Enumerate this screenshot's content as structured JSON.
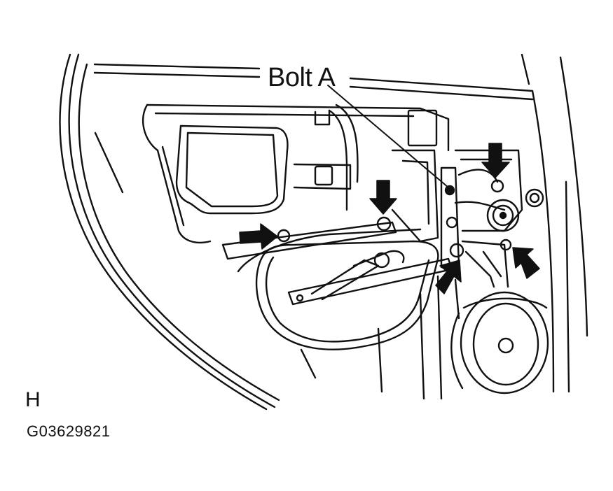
{
  "diagram": {
    "callout_label": "Bolt A",
    "view_letter": "H",
    "figure_code": "G03629821"
  },
  "colors": {
    "ink": "#111111",
    "paper": "#ffffff"
  }
}
